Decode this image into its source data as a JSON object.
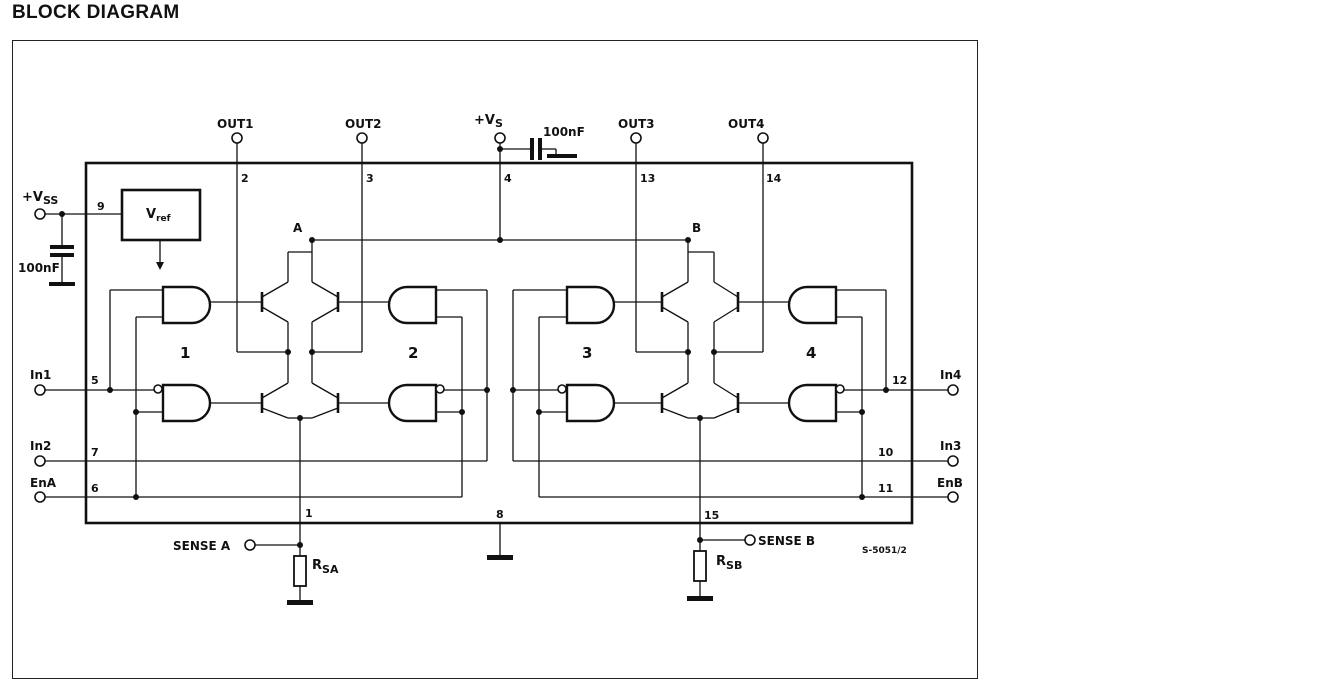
{
  "title": "BLOCK DIAGRAM",
  "labels": {
    "out1": "OUT1",
    "out2": "OUT2",
    "out3": "OUT3",
    "out4": "OUT4",
    "vs_plus": "+V",
    "vs_sub": "S",
    "cap_vs": "100nF",
    "vss_plus": "+V",
    "vss_sub": "SS",
    "cap_vss": "100nF",
    "vref_main": "V",
    "vref_sub": "ref",
    "node_a": "A",
    "node_b": "B",
    "bridge1": "1",
    "bridge2": "2",
    "bridge3": "3",
    "bridge4": "4",
    "in1": "In1",
    "in2": "In2",
    "ena": "EnA",
    "in4": "In4",
    "in3": "In3",
    "enb": "EnB",
    "sense_a": "SENSE A",
    "sense_b": "SENSE B",
    "rsa_main": "R",
    "rsa_sub": "SA",
    "rsb_main": "R",
    "rsb_sub": "SB",
    "ref_code": "S-5051/2"
  },
  "pins": {
    "p2": "2",
    "p3": "3",
    "p4": "4",
    "p13": "13",
    "p14": "14",
    "p9": "9",
    "p5": "5",
    "p7": "7",
    "p6": "6",
    "p12": "12",
    "p10": "10",
    "p11": "11",
    "p1": "1",
    "p8": "8",
    "p15": "15"
  }
}
